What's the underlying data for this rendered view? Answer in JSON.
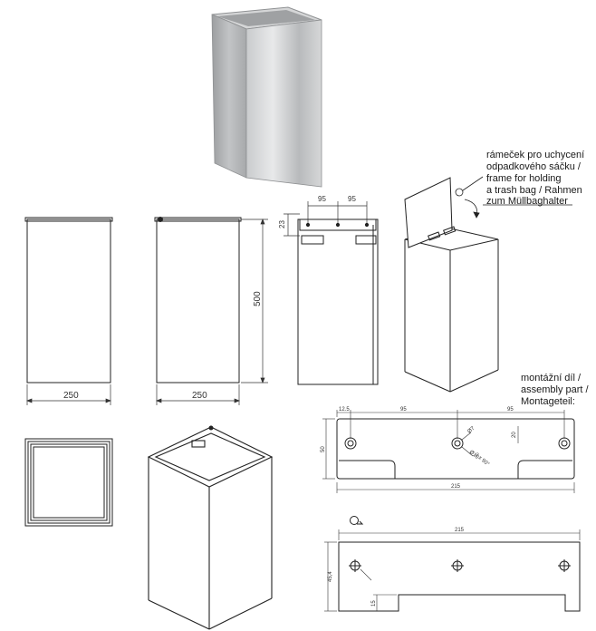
{
  "annotations": {
    "frame_note": [
      "rámeček pro uchycení",
      "odpadkového sáčku /",
      "frame for holding",
      "a trash bag / Rahmen",
      "zum Müllbaghalter"
    ],
    "part_note": [
      "montážní díl /",
      "assembly part /",
      "Montageteil:"
    ]
  },
  "dimensions": {
    "front_width": "250",
    "side_width": "250",
    "height": "500",
    "top_offset": "23",
    "spacing_left": "95",
    "spacing_right": "95",
    "part_edge": "12.5",
    "part_hole_left": "95",
    "part_hole_right": "95",
    "part_height": "50",
    "part_mid": "20",
    "part_total": "215",
    "part_hole_d1": "Ø7",
    "part_hole_d2": "Ø10",
    "part_hole_3": "3 x 90°",
    "part_bottom_total": "215",
    "part_bottom_height": "45,4",
    "part_bottom_small": "15"
  },
  "icons": [
    "rotation-arrow-icon"
  ]
}
